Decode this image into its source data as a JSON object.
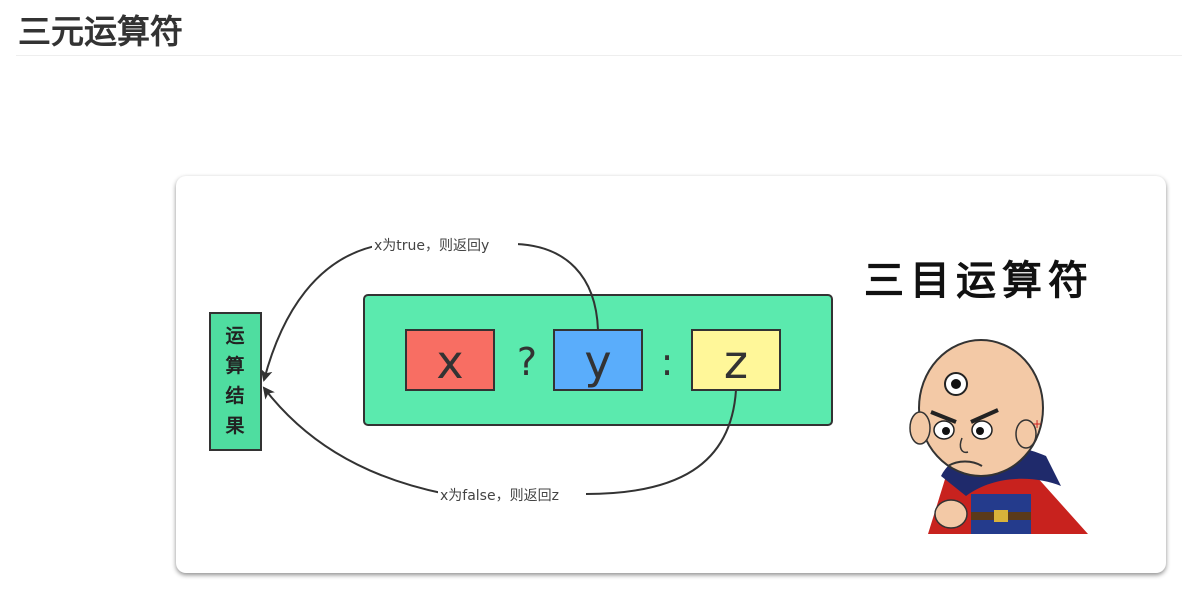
{
  "page": {
    "title": "三元运算符"
  },
  "diagram": {
    "operands": {
      "x": "x",
      "y": "y",
      "z": "z"
    },
    "operators": {
      "question": "?",
      "colon": ":"
    },
    "result_label": [
      "运",
      "算",
      "结",
      "果"
    ],
    "true_label": "x为true，则返回y",
    "false_label": "x为false，则返回z",
    "illustration_title": "三目运算符",
    "colors": {
      "expression_box": "#5BEAAE",
      "x_box": "#F86E63",
      "y_box": "#5AADFB",
      "z_box": "#FFF799",
      "result_box": "#4FDDA0"
    }
  }
}
